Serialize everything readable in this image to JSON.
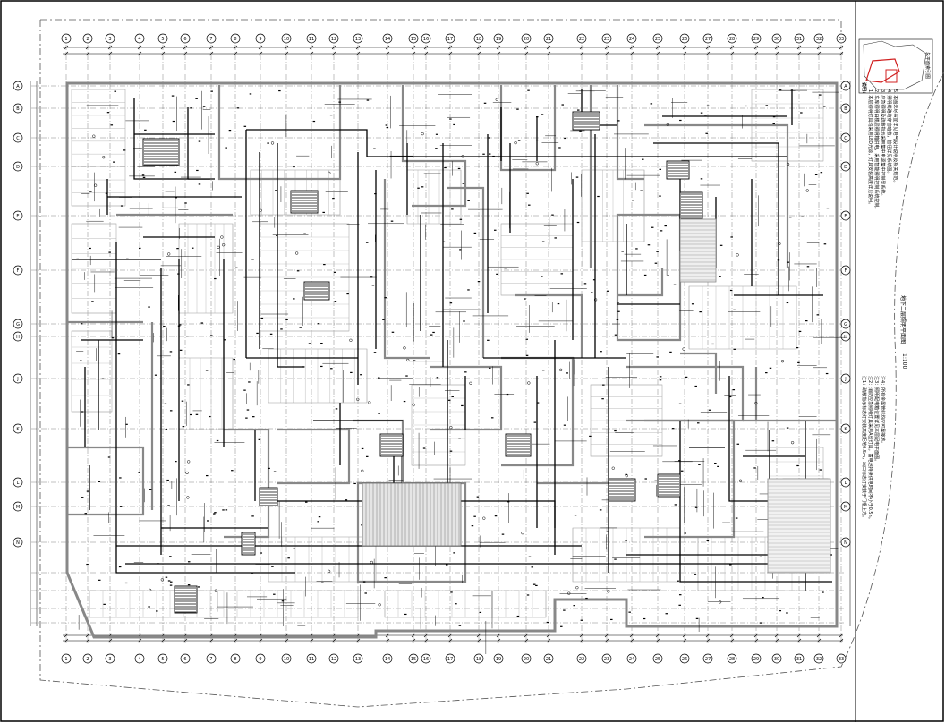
{
  "sheet": {
    "title": "地下二层照明平面图",
    "scale": "1:100",
    "keyplan_title": "总平面索引图"
  },
  "axis_labels": {
    "top": [
      "1",
      "2",
      "3",
      "4",
      "5",
      "6",
      "7",
      "8",
      "9",
      "10",
      "11",
      "12",
      "13",
      "14",
      "15",
      "16",
      "17",
      "18",
      "19",
      "20",
      "21",
      "22",
      "23",
      "24",
      "25",
      "26",
      "27",
      "28",
      "29",
      "30",
      "31",
      "32",
      "33"
    ],
    "bottom": [
      "1",
      "2",
      "3",
      "4",
      "5",
      "6",
      "7",
      "8",
      "9",
      "10",
      "11",
      "12",
      "13",
      "14",
      "15",
      "16",
      "17",
      "18",
      "19",
      "20",
      "21",
      "22",
      "23",
      "24",
      "25",
      "26",
      "27",
      "28",
      "29",
      "30",
      "31",
      "32",
      "33"
    ],
    "left": [
      "A",
      "B",
      "C",
      "D",
      "E",
      "F",
      "G",
      "H",
      "J",
      "K",
      "L",
      "M",
      "N"
    ],
    "right": [
      "A",
      "B",
      "C",
      "D",
      "E",
      "F",
      "G",
      "H",
      "J",
      "K",
      "L",
      "M",
      "N"
    ]
  },
  "notes": {
    "heading": "说明：",
    "items": [
      "1. 本层照明灯具均采用LED光源，灯具安装高度详见说明。",
      "2. 车库照明由楼层照明箱供电，采用智能照明控制系统控制。",
      "3. 应急照明及疏散指示采用集中电源集中控制型系统。",
      "4. 照明线路均穿管暗敷，管径详见系统图。",
      "5. 本图未尽事宜详见电气设计说明及相关规范。"
    ],
    "bottom_notes": [
      "注1：疏散指示标志灯安装高度距地0.5m，出口标志灯安装于门框上方。",
      "注2：消防应急照明灯具采用A型灯具，蓄电池持续供电时间不小于0.5h。",
      "注3：照明配电箱位置详见本层配电平面图。",
      "注4：所有金属管线均应可靠接地。"
    ]
  },
  "colors": {
    "line": "#000000",
    "wall": "#888888",
    "hatch": "#c8c8c8",
    "keyplan_highlight": "#d02020"
  }
}
